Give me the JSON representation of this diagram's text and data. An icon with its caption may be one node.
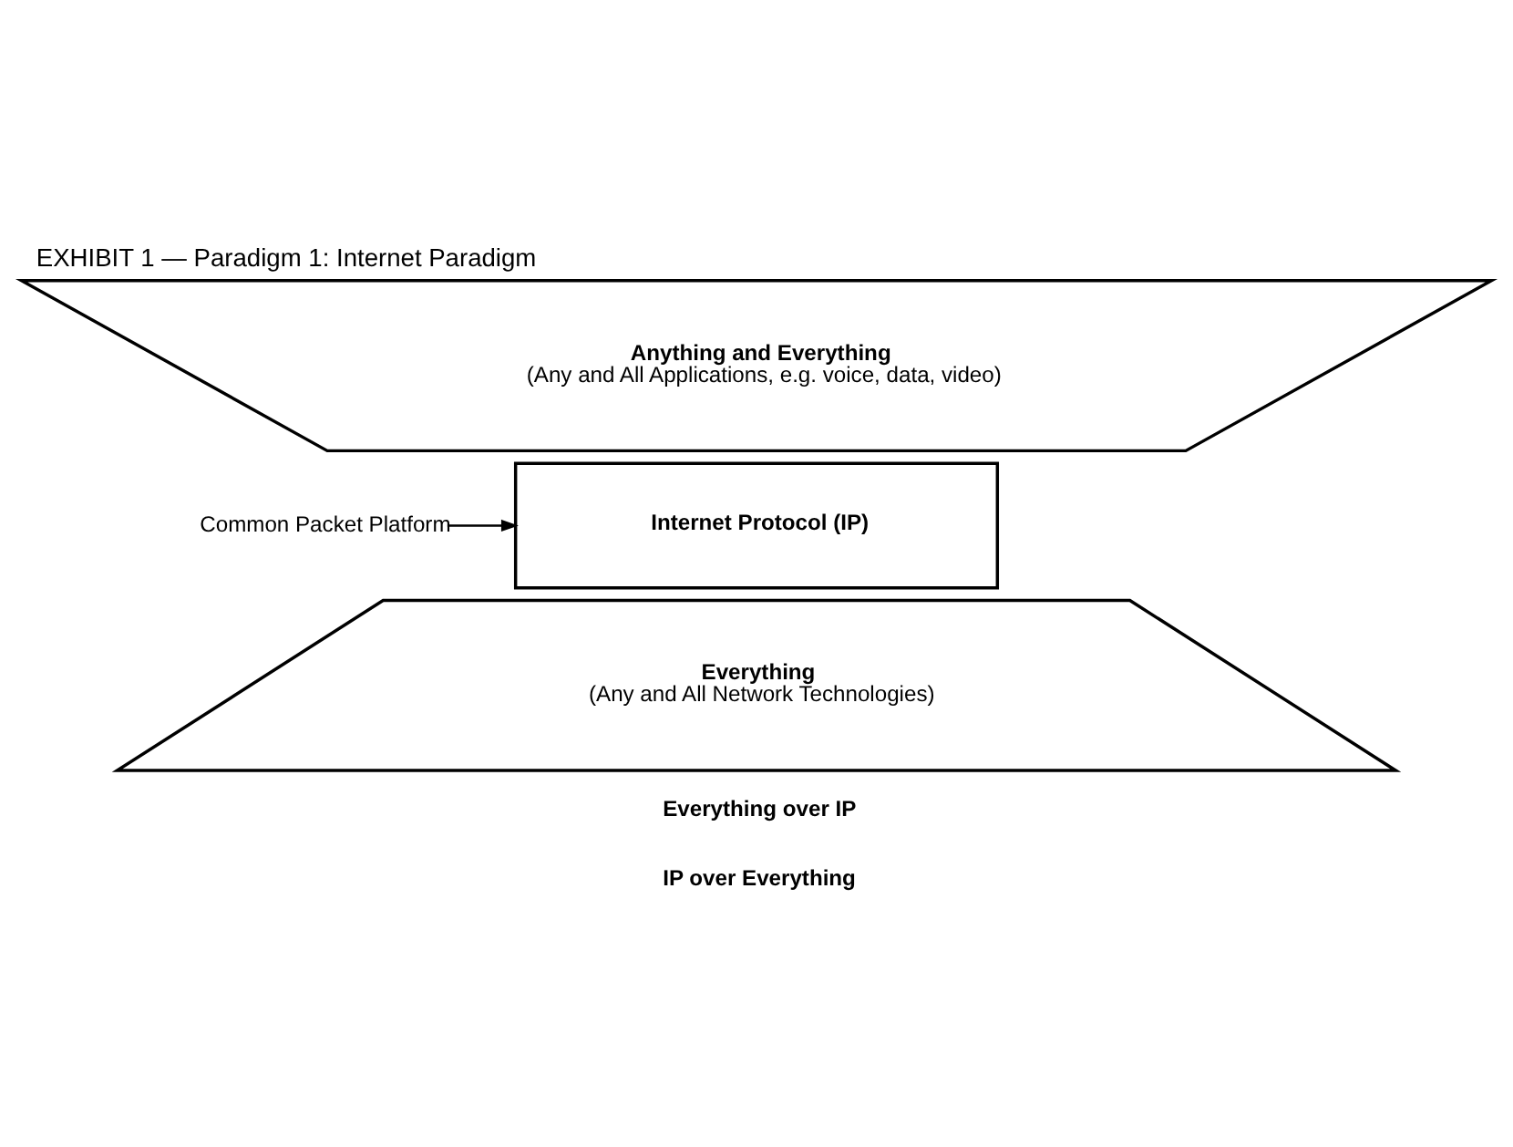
{
  "diagram": {
    "title": "EXHIBIT 1 — Paradigm 1: Internet Paradigm",
    "nodes": [
      {
        "text": [
          "Anything and Everything",
          "(Any and All Applications, e.g. voice, data, video)"
        ]
      },
      {
        "text": [
          "Internet Protocol (IP)"
        ]
      },
      {
        "text": [
          "Everything",
          "(Any and All Network Technologies)"
        ]
      },
      {
        "text": [
          "Common Packet Platform"
        ]
      }
    ],
    "edges": [
      {
        "from": 3,
        "to": 1,
        "arrow": "to"
      }
    ],
    "labels": [
      "Everything over IP",
      "IP over Everything"
    ]
  }
}
